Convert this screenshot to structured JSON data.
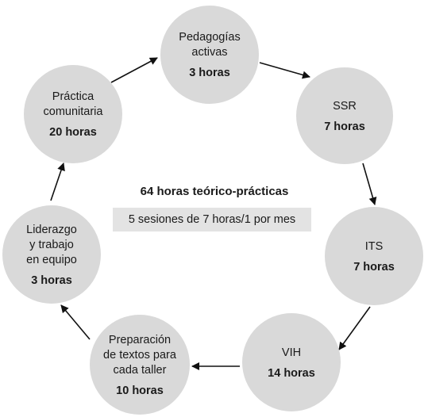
{
  "center": {
    "title": "64 horas teórico-prácticas",
    "subtitle": "5 sesiones de 7 horas/1 por mes"
  },
  "nodes": [
    {
      "id": "pedagogias",
      "label": "Pedagogías\nactivas",
      "hours": "3 horas"
    },
    {
      "id": "ssr",
      "label": "SSR",
      "hours": "7 horas"
    },
    {
      "id": "its",
      "label": "ITS",
      "hours": "7 horas"
    },
    {
      "id": "vih",
      "label": "VIH",
      "hours": "14 horas"
    },
    {
      "id": "preparacion",
      "label": "Preparación\nde textos para\ncada taller",
      "hours": "10 horas"
    },
    {
      "id": "liderazgo",
      "label": "Liderazgo\ny trabajo\nen equipo",
      "hours": "3 horas"
    },
    {
      "id": "practica",
      "label": "Práctica\ncomunitaria",
      "hours": "20 horas"
    }
  ],
  "colors": {
    "node_fill": "#d9d9d9",
    "subtitle_box": "#e3e3e3",
    "arrow": "#111111"
  }
}
